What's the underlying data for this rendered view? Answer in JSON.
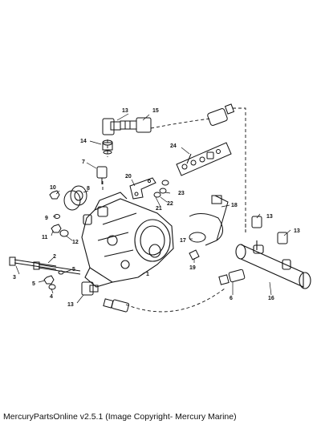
{
  "footer": {
    "caption": "MercuryPartsOnline v2.5.1 (Image Copyright- Mercury Marine)"
  },
  "callouts": {
    "c1": "1",
    "c2": "2",
    "c3": "3",
    "c4": "4",
    "c5a": "5",
    "c5b": "5",
    "c6": "6",
    "c7": "7",
    "c8": "8",
    "c9": "9",
    "c10": "10",
    "c11": "11",
    "c12": "12",
    "c13a": "13",
    "c13b": "13",
    "c13c": "13",
    "c13d": "13",
    "c14": "14",
    "c15": "15",
    "c16": "16",
    "c17": "17",
    "c18": "18",
    "c19": "19",
    "c20": "20",
    "c21": "21",
    "c22": "22",
    "c23": "23",
    "c24": "24"
  },
  "icons": {
    "pump": "power-steering-pump-icon",
    "cooler": "oil-cooler-icon",
    "bracket": "cooler-bracket-icon",
    "hose_fitting": "hose-fitting-icon",
    "elbow": "elbow-fitting-icon",
    "bolt": "bolt-icon",
    "nut": "nut-icon",
    "washer": "washer-icon",
    "seal_kit": "seal-kit-icon",
    "clip": "clip-icon"
  }
}
